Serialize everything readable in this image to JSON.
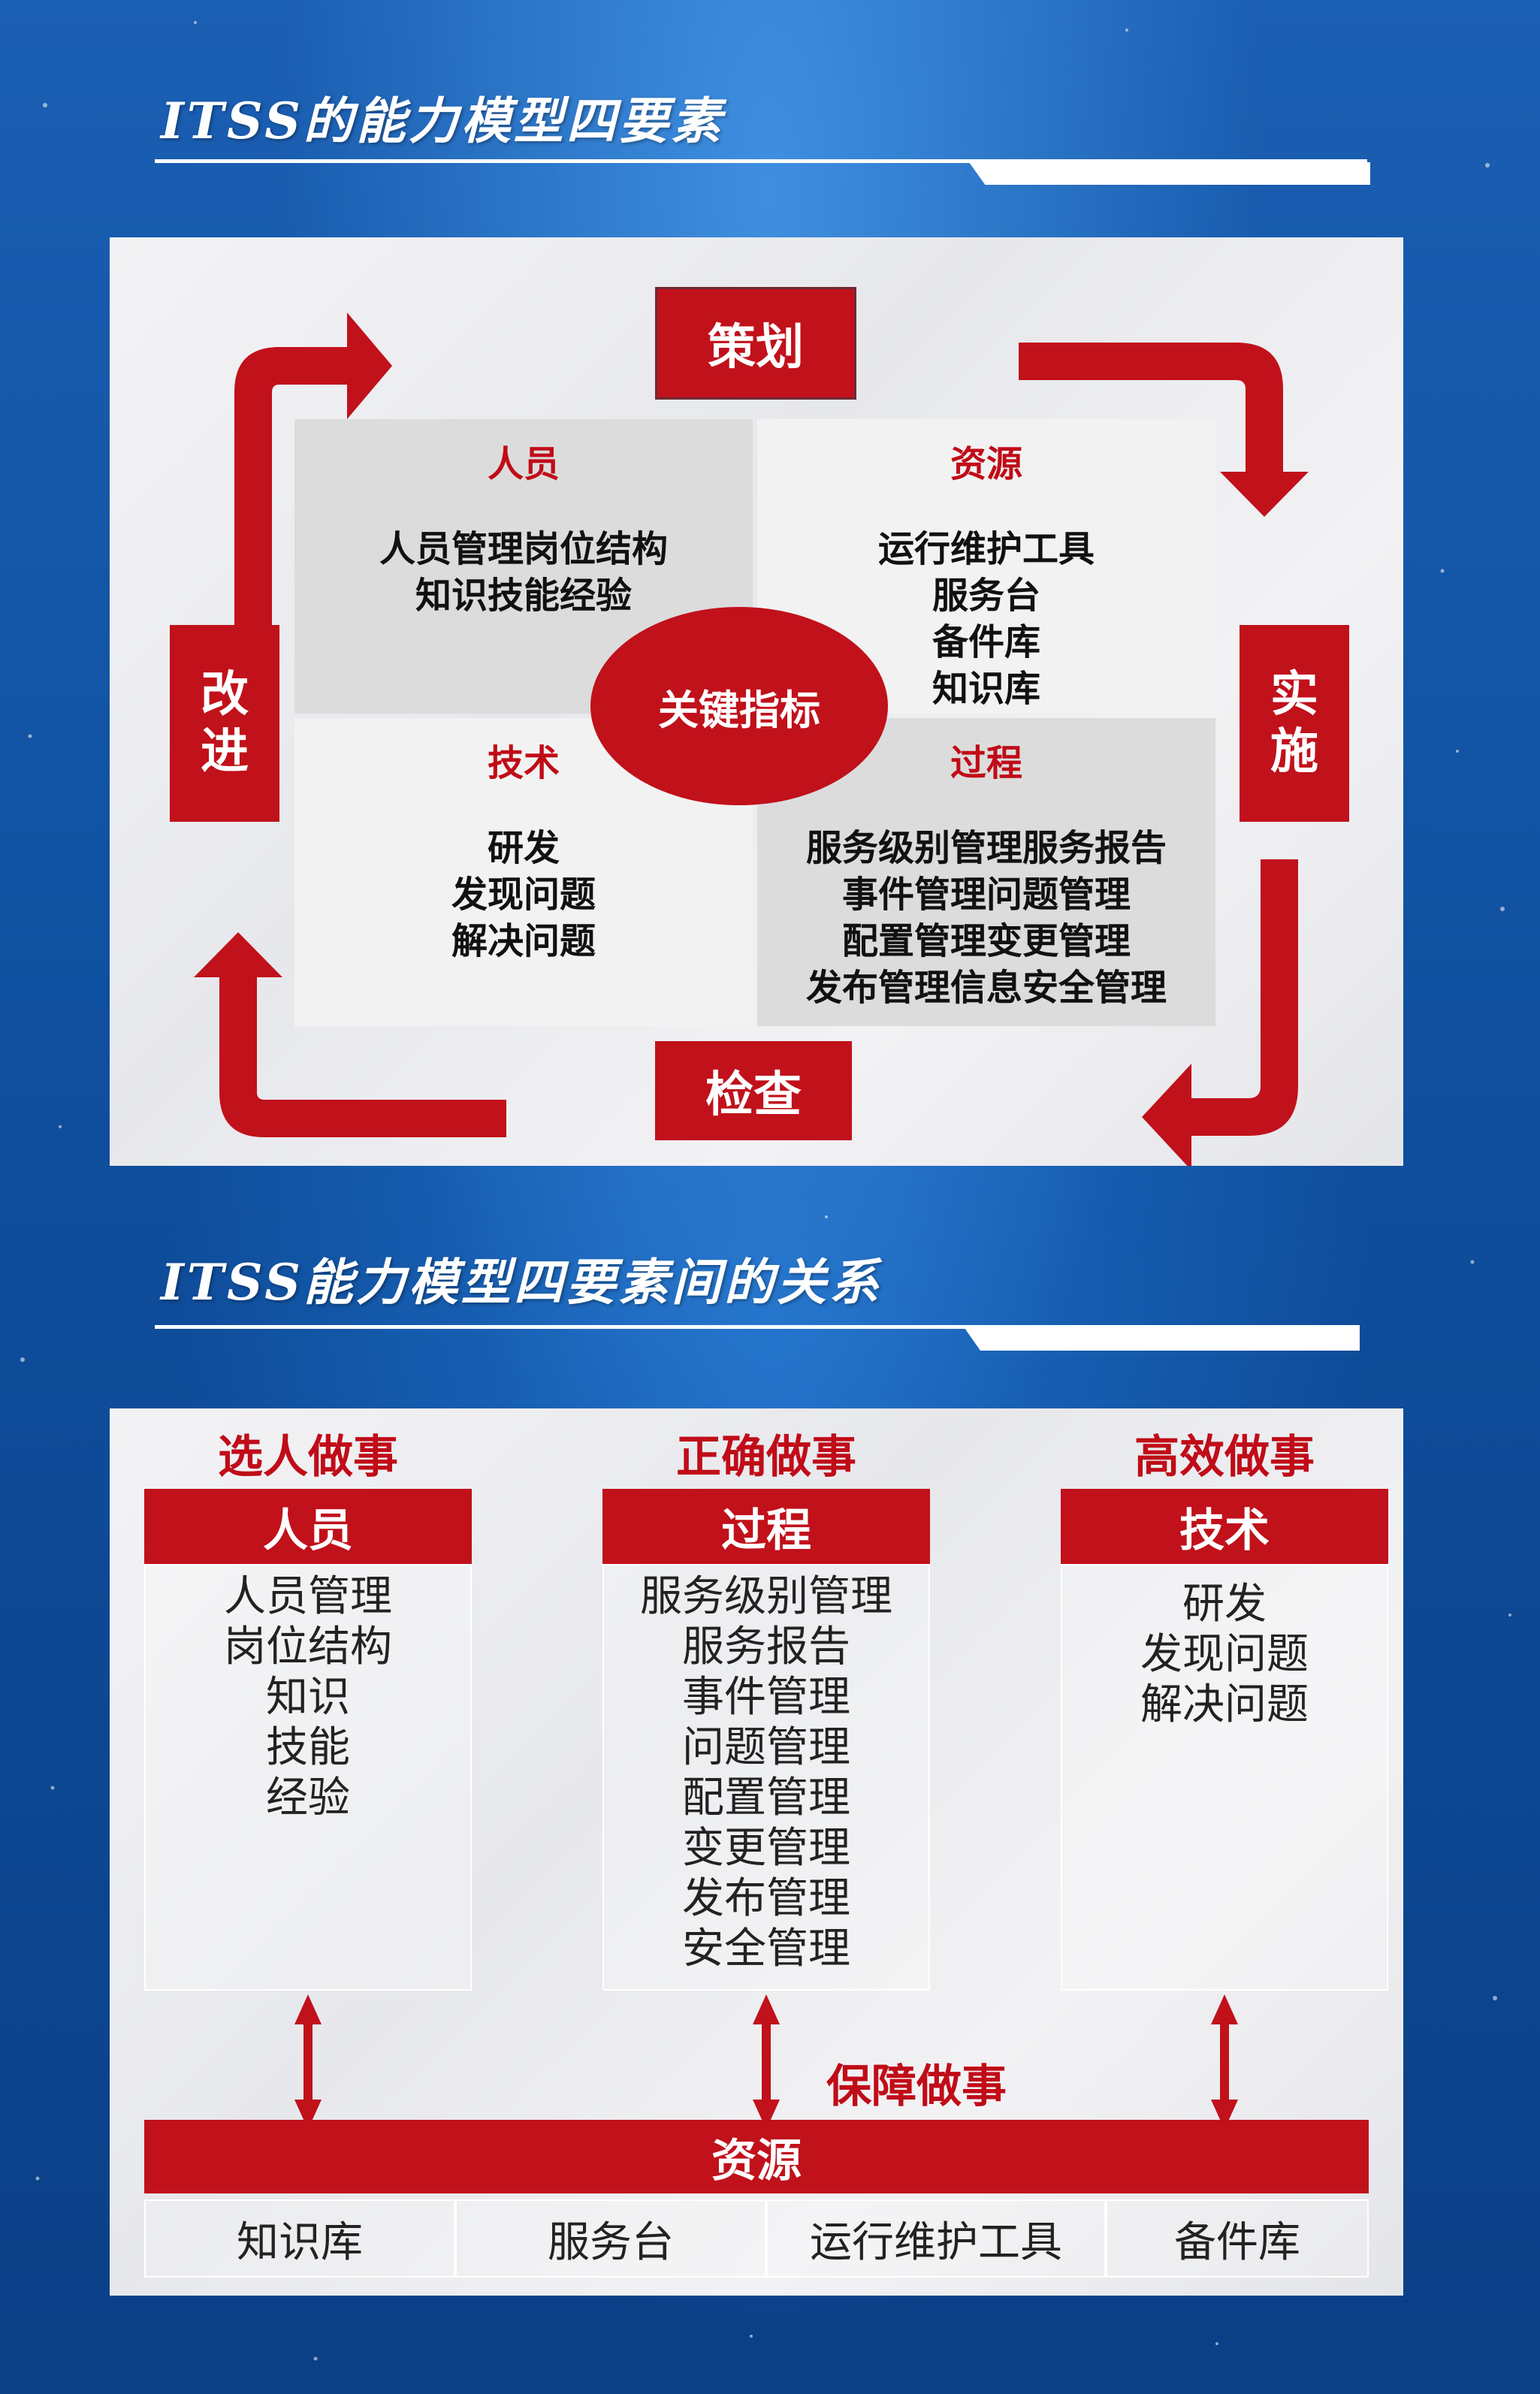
{
  "section1": {
    "title": "ITSS的能力模型四要素"
  },
  "cycle": {
    "plan": "策划",
    "do": "实施",
    "check": "检查",
    "act": "改进"
  },
  "center": "关键指标",
  "quadrants": {
    "people": {
      "head": "人员",
      "lines": [
        "人员管理岗位结构",
        "知识技能经验"
      ]
    },
    "resources": {
      "head": "资源",
      "lines": [
        "运行维护工具",
        "服务台",
        "备件库",
        "知识库"
      ]
    },
    "technology": {
      "head": "技术",
      "lines": [
        "研发",
        "发现问题",
        "解决问题"
      ]
    },
    "process": {
      "head": "过程",
      "lines": [
        "服务级别管理服务报告",
        "事件管理问题管理",
        "配置管理变更管理",
        "发布管理信息安全管理"
      ]
    }
  },
  "section2": {
    "title": "ITSS能力模型四要素间的关系"
  },
  "columns": {
    "people": {
      "slogan": "选人做事",
      "head": "人员",
      "items": [
        "人员管理",
        "岗位结构",
        "知识",
        "技能",
        "经验"
      ]
    },
    "process": {
      "slogan": "正确做事",
      "head": "过程",
      "items": [
        "服务级别管理",
        "服务报告",
        "事件管理",
        "问题管理",
        "配置管理",
        "变更管理",
        "发布管理",
        "安全管理"
      ]
    },
    "technology": {
      "slogan": "高效做事",
      "head": "技术",
      "items": [
        "研发",
        "发现问题",
        "解决问题"
      ]
    }
  },
  "guarantee": "保障做事",
  "resource_row": {
    "head": "资源",
    "cells": [
      "知识库",
      "服务台",
      "运行维护工具",
      "备件库"
    ]
  },
  "colors": {
    "accent_red": "#c1111b",
    "text_red": "#c00c18",
    "background_blue": "#1b5fb3"
  }
}
